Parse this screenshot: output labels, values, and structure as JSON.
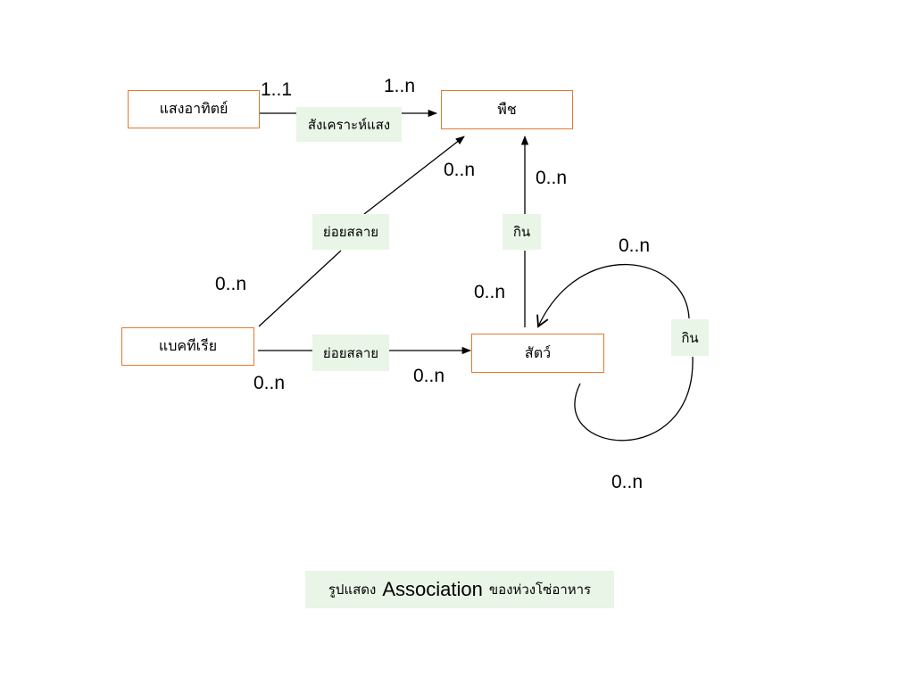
{
  "entities": {
    "sun": "แสงอาทิตย์",
    "plant": "พืช",
    "bacteria": "แบคทีเรีย",
    "animal": "สัตว์"
  },
  "relations": {
    "photosynthesis": "สังเคราะห์แสง",
    "decompose_plant": "ย่อยสลาย",
    "decompose_animal": "ย่อยสลาย",
    "eat_plant": "กิน",
    "eat_self": "กิน"
  },
  "multiplicities": {
    "sun_side": "1..1",
    "plant_from_sun": "1..n",
    "plant_from_bacteria": "0..n",
    "plant_from_animal": "0..n",
    "bacteria_to_plant": "0..n",
    "bacteria_to_animal": "0..n",
    "animal_from_bacteria": "0..n",
    "animal_to_plant": "0..n",
    "animal_self_top": "0..n",
    "animal_self_bottom": "0..n"
  },
  "caption": {
    "prefix": "รูปแสดง",
    "term": "Association",
    "suffix": "ของห่วงโซ่อาหาร"
  },
  "colors": {
    "entity_border": "#e07a30",
    "relation_fill": "#e9f5e6",
    "line": "#000000"
  }
}
